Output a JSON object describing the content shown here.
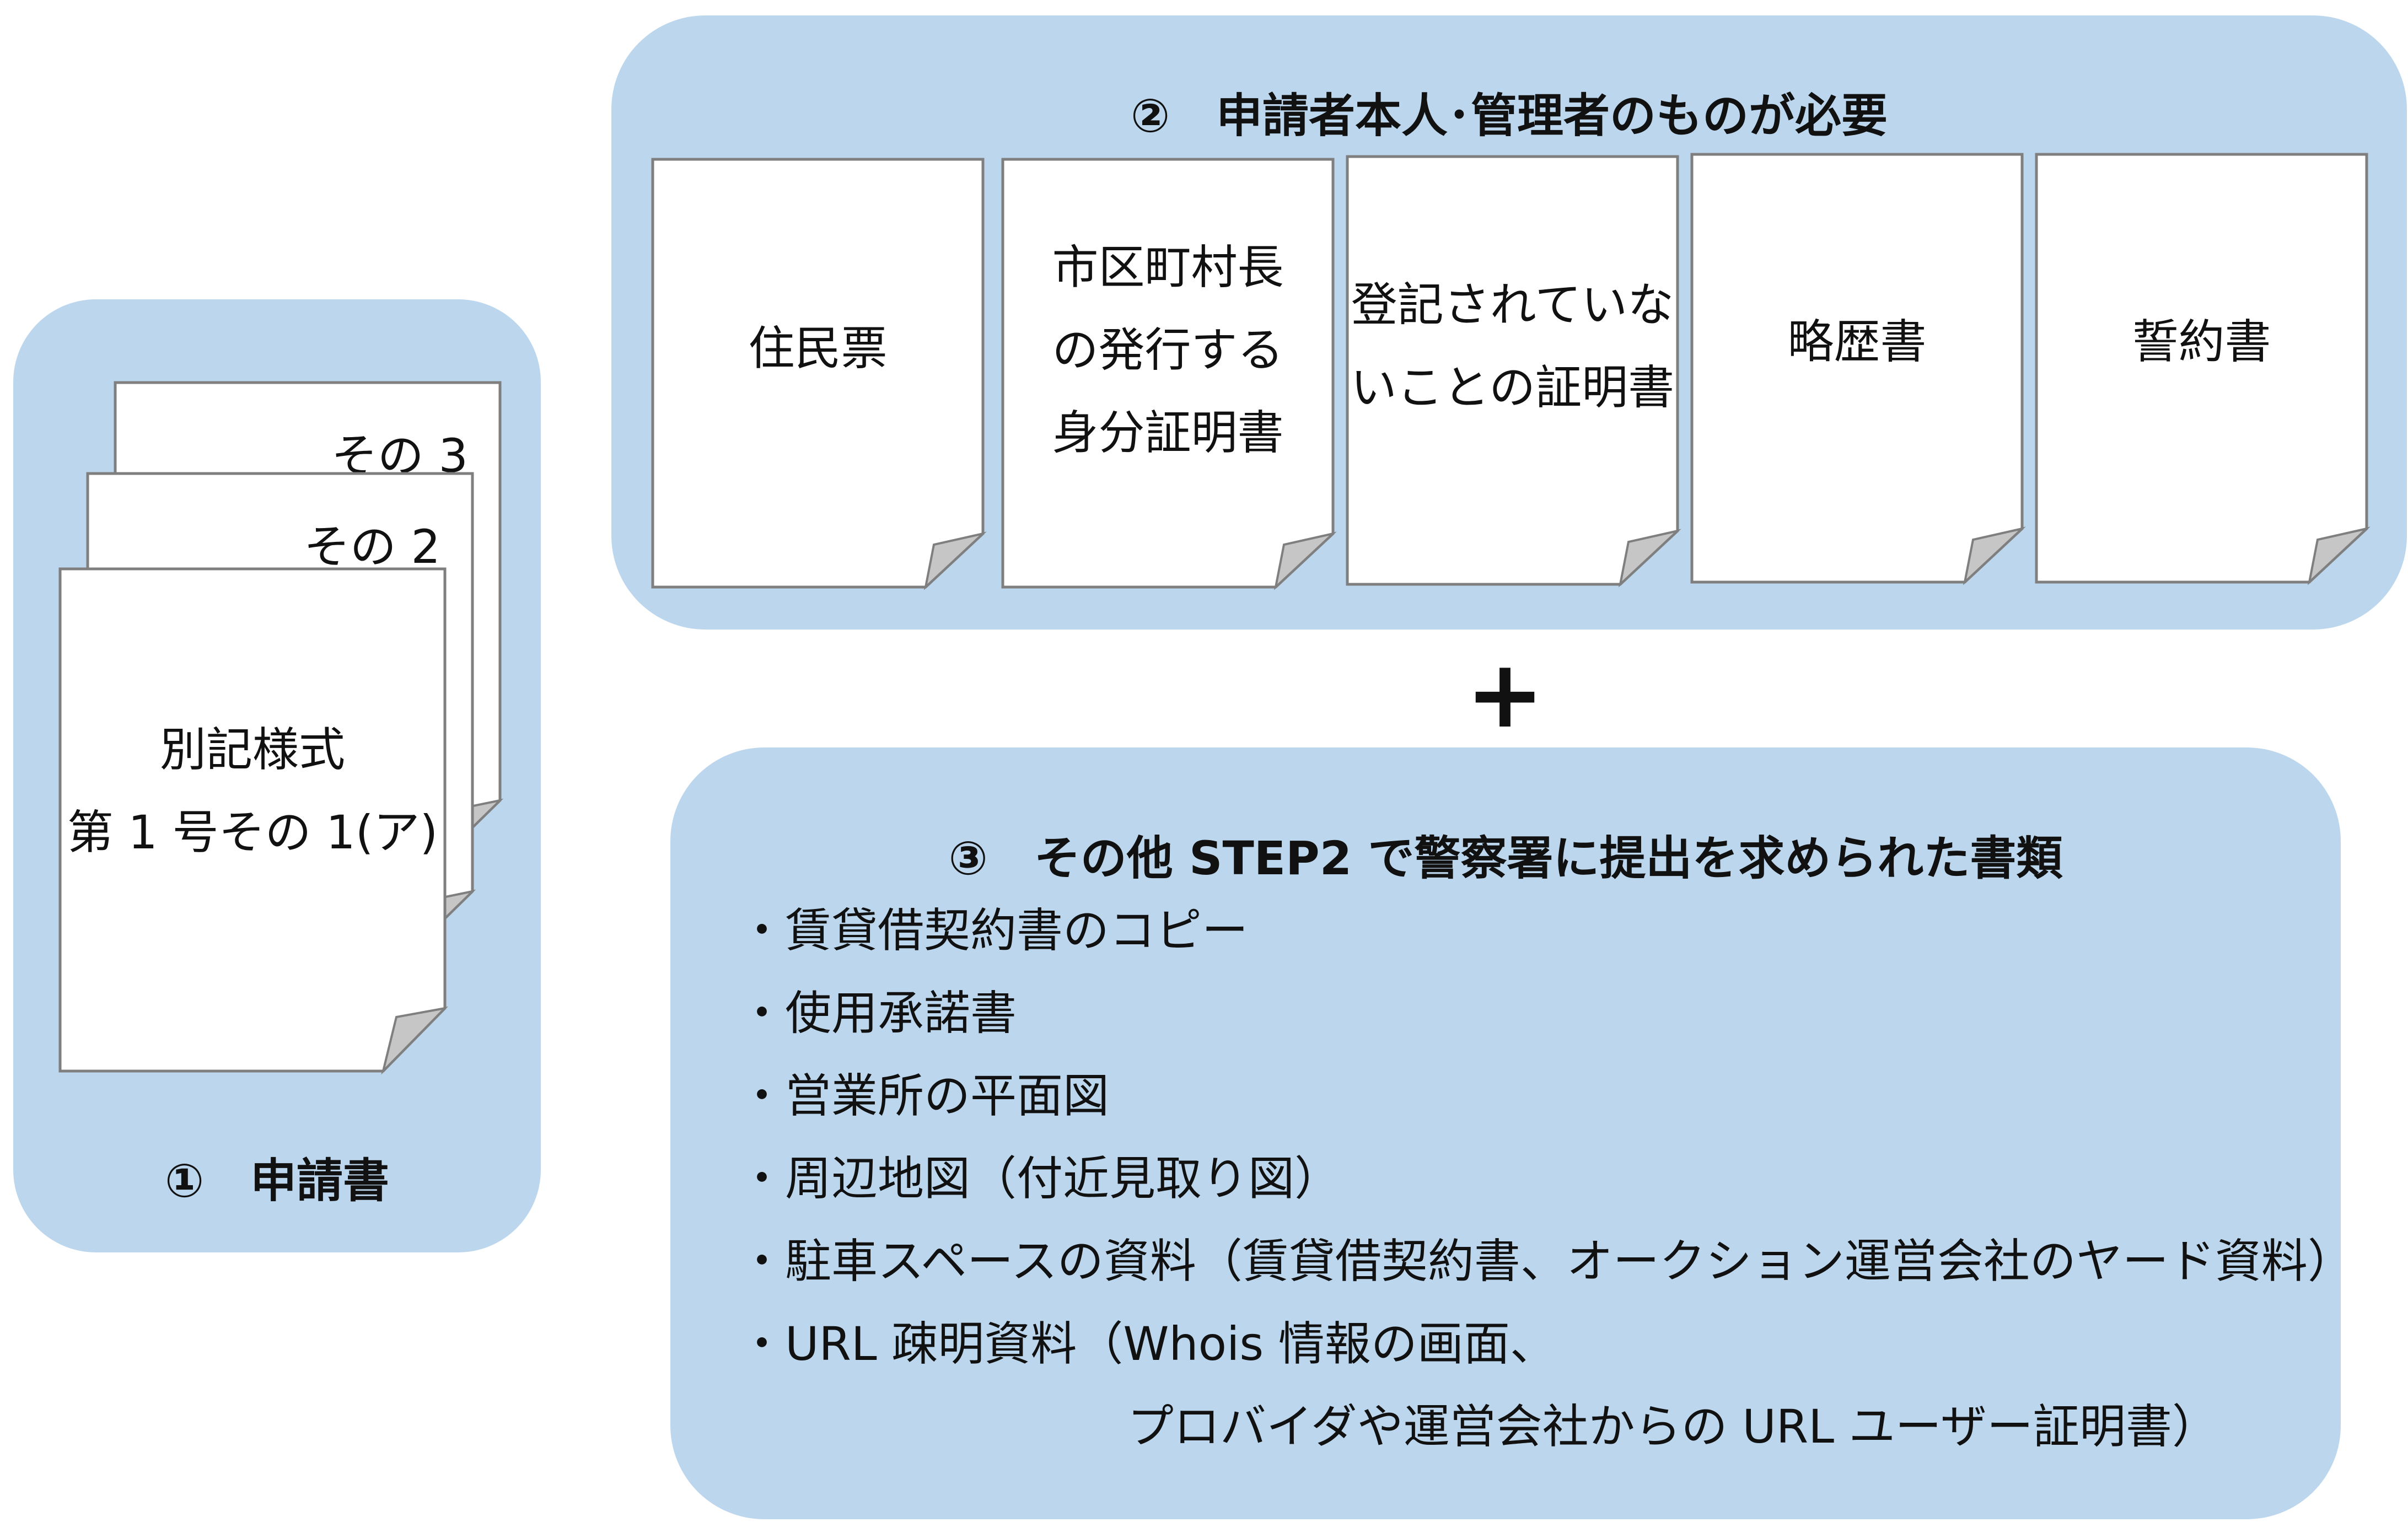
{
  "panel1": {
    "title": "①　申請書",
    "sheets": [
      {
        "label": "その 3"
      },
      {
        "label": "その 2"
      }
    ],
    "front_sheet": {
      "lines": [
        "別記様式",
        "第 1 号その 1(ア)"
      ]
    }
  },
  "panel2": {
    "title": "②　申請者本人･管理者のものが必要",
    "documents": [
      {
        "lines": [
          "住民票"
        ]
      },
      {
        "lines": [
          "市区町村長",
          "の発行する",
          "身分証明書"
        ]
      },
      {
        "lines": [
          "登記されていな",
          "いことの証明書"
        ]
      },
      {
        "lines": [
          "略歴書"
        ]
      },
      {
        "lines": [
          "誓約書"
        ]
      }
    ]
  },
  "plus": "+",
  "panel3": {
    "title": "③　その他 STEP2 で警察署に提出を求められた書類",
    "items": [
      "・賃貸借契約書のコピー",
      "・使用承諾書",
      "・営業所の平面図",
      "・周辺地図（付近見取り図）",
      "・駐車スペースの資料（賃貸借契約書、オークション運営会社のヤード資料）",
      "・URL 疎明資料（Whois 情報の画面、",
      "プロバイダや運営会社からの URL ユーザー証明書）"
    ]
  },
  "colors": {
    "panel": "#bcd7ed",
    "sheet": "#ffffff",
    "sheet_border": "#7f7f7f",
    "fold": "#c6c6c6"
  }
}
